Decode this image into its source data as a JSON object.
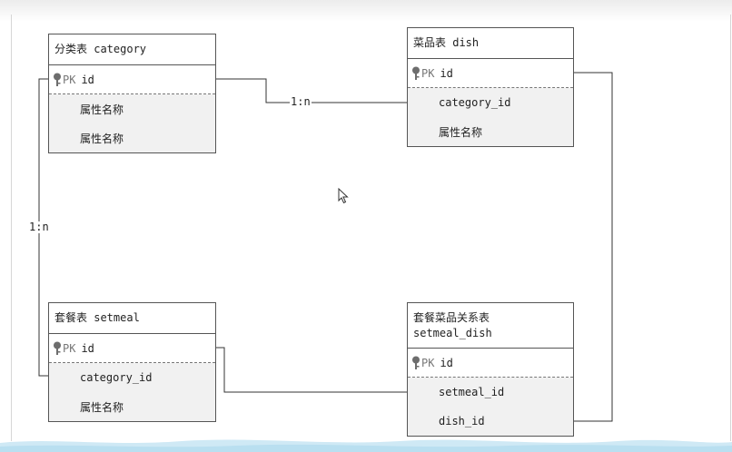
{
  "entities": {
    "category": {
      "title": "分类表 category",
      "pk_tag": "PK",
      "pk_field": "id",
      "fields": [
        "属性名称",
        "属性名称"
      ]
    },
    "dish": {
      "title": "菜品表 dish",
      "pk_tag": "PK",
      "pk_field": "id",
      "fields": [
        "category_id",
        "属性名称"
      ]
    },
    "setmeal": {
      "title": "套餐表 setmeal",
      "pk_tag": "PK",
      "pk_field": "id",
      "fields": [
        "category_id",
        "属性名称"
      ]
    },
    "setmeal_dish": {
      "title_line1": "套餐菜品关系表",
      "title_line2": "setmeal_dish",
      "pk_tag": "PK",
      "pk_field": "id",
      "fields": [
        "setmeal_id",
        "dish_id"
      ]
    }
  },
  "relations": {
    "category_dish": "1:n",
    "category_setmeal": "1:n"
  },
  "icons": {
    "primary_key": "key-icon",
    "pointer": "mouse-cursor-icon"
  },
  "colors": {
    "border": "#555555",
    "attr_background": "#f1f1f1",
    "pk_tag": "#777777",
    "line": "#333333"
  }
}
